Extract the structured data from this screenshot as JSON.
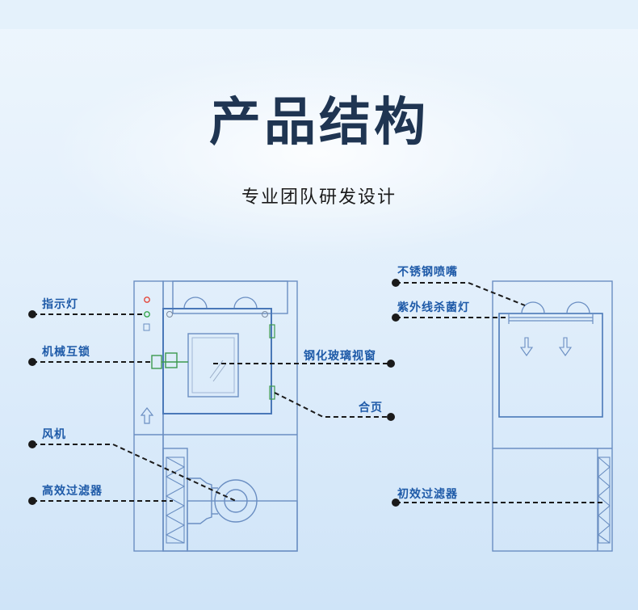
{
  "header": {
    "title": "产品结构",
    "subtitle": "专业团队研发设计"
  },
  "labels": {
    "indicator_light": "指示灯",
    "mechanical_interlock": "机械互锁",
    "fan": "风机",
    "hepa_filter": "高效过滤器",
    "glass_window": "钢化玻璃视窗",
    "hinge": "合页",
    "nozzle": "不锈钢喷嘴",
    "uv_lamp": "紫外线杀菌灯",
    "pre_filter": "初效过滤器"
  },
  "colors": {
    "title": "#1f3552",
    "label": "#1e5aa8",
    "outline": "#6a8ec2",
    "interlock": "#3c9a4e",
    "indicator_red": "#e4463a",
    "indicator_green": "#35a64d"
  }
}
